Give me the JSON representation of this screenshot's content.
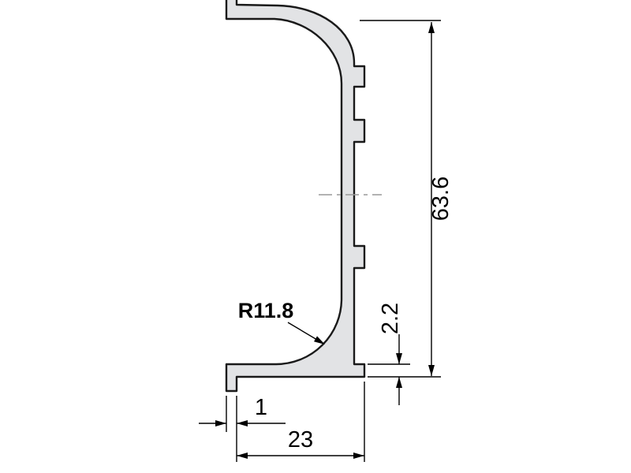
{
  "drawing": {
    "dimensions": {
      "height": "63.6",
      "depth": "23",
      "wall_thickness": "2.2",
      "lip": "1",
      "inner_radius": "R11.8"
    },
    "colors": {
      "profile_fill": "#e2e3e5",
      "outline": "#1a1a1a",
      "dimension_lines": "#000000",
      "centerline": "#999999",
      "background": "#ffffff"
    }
  }
}
